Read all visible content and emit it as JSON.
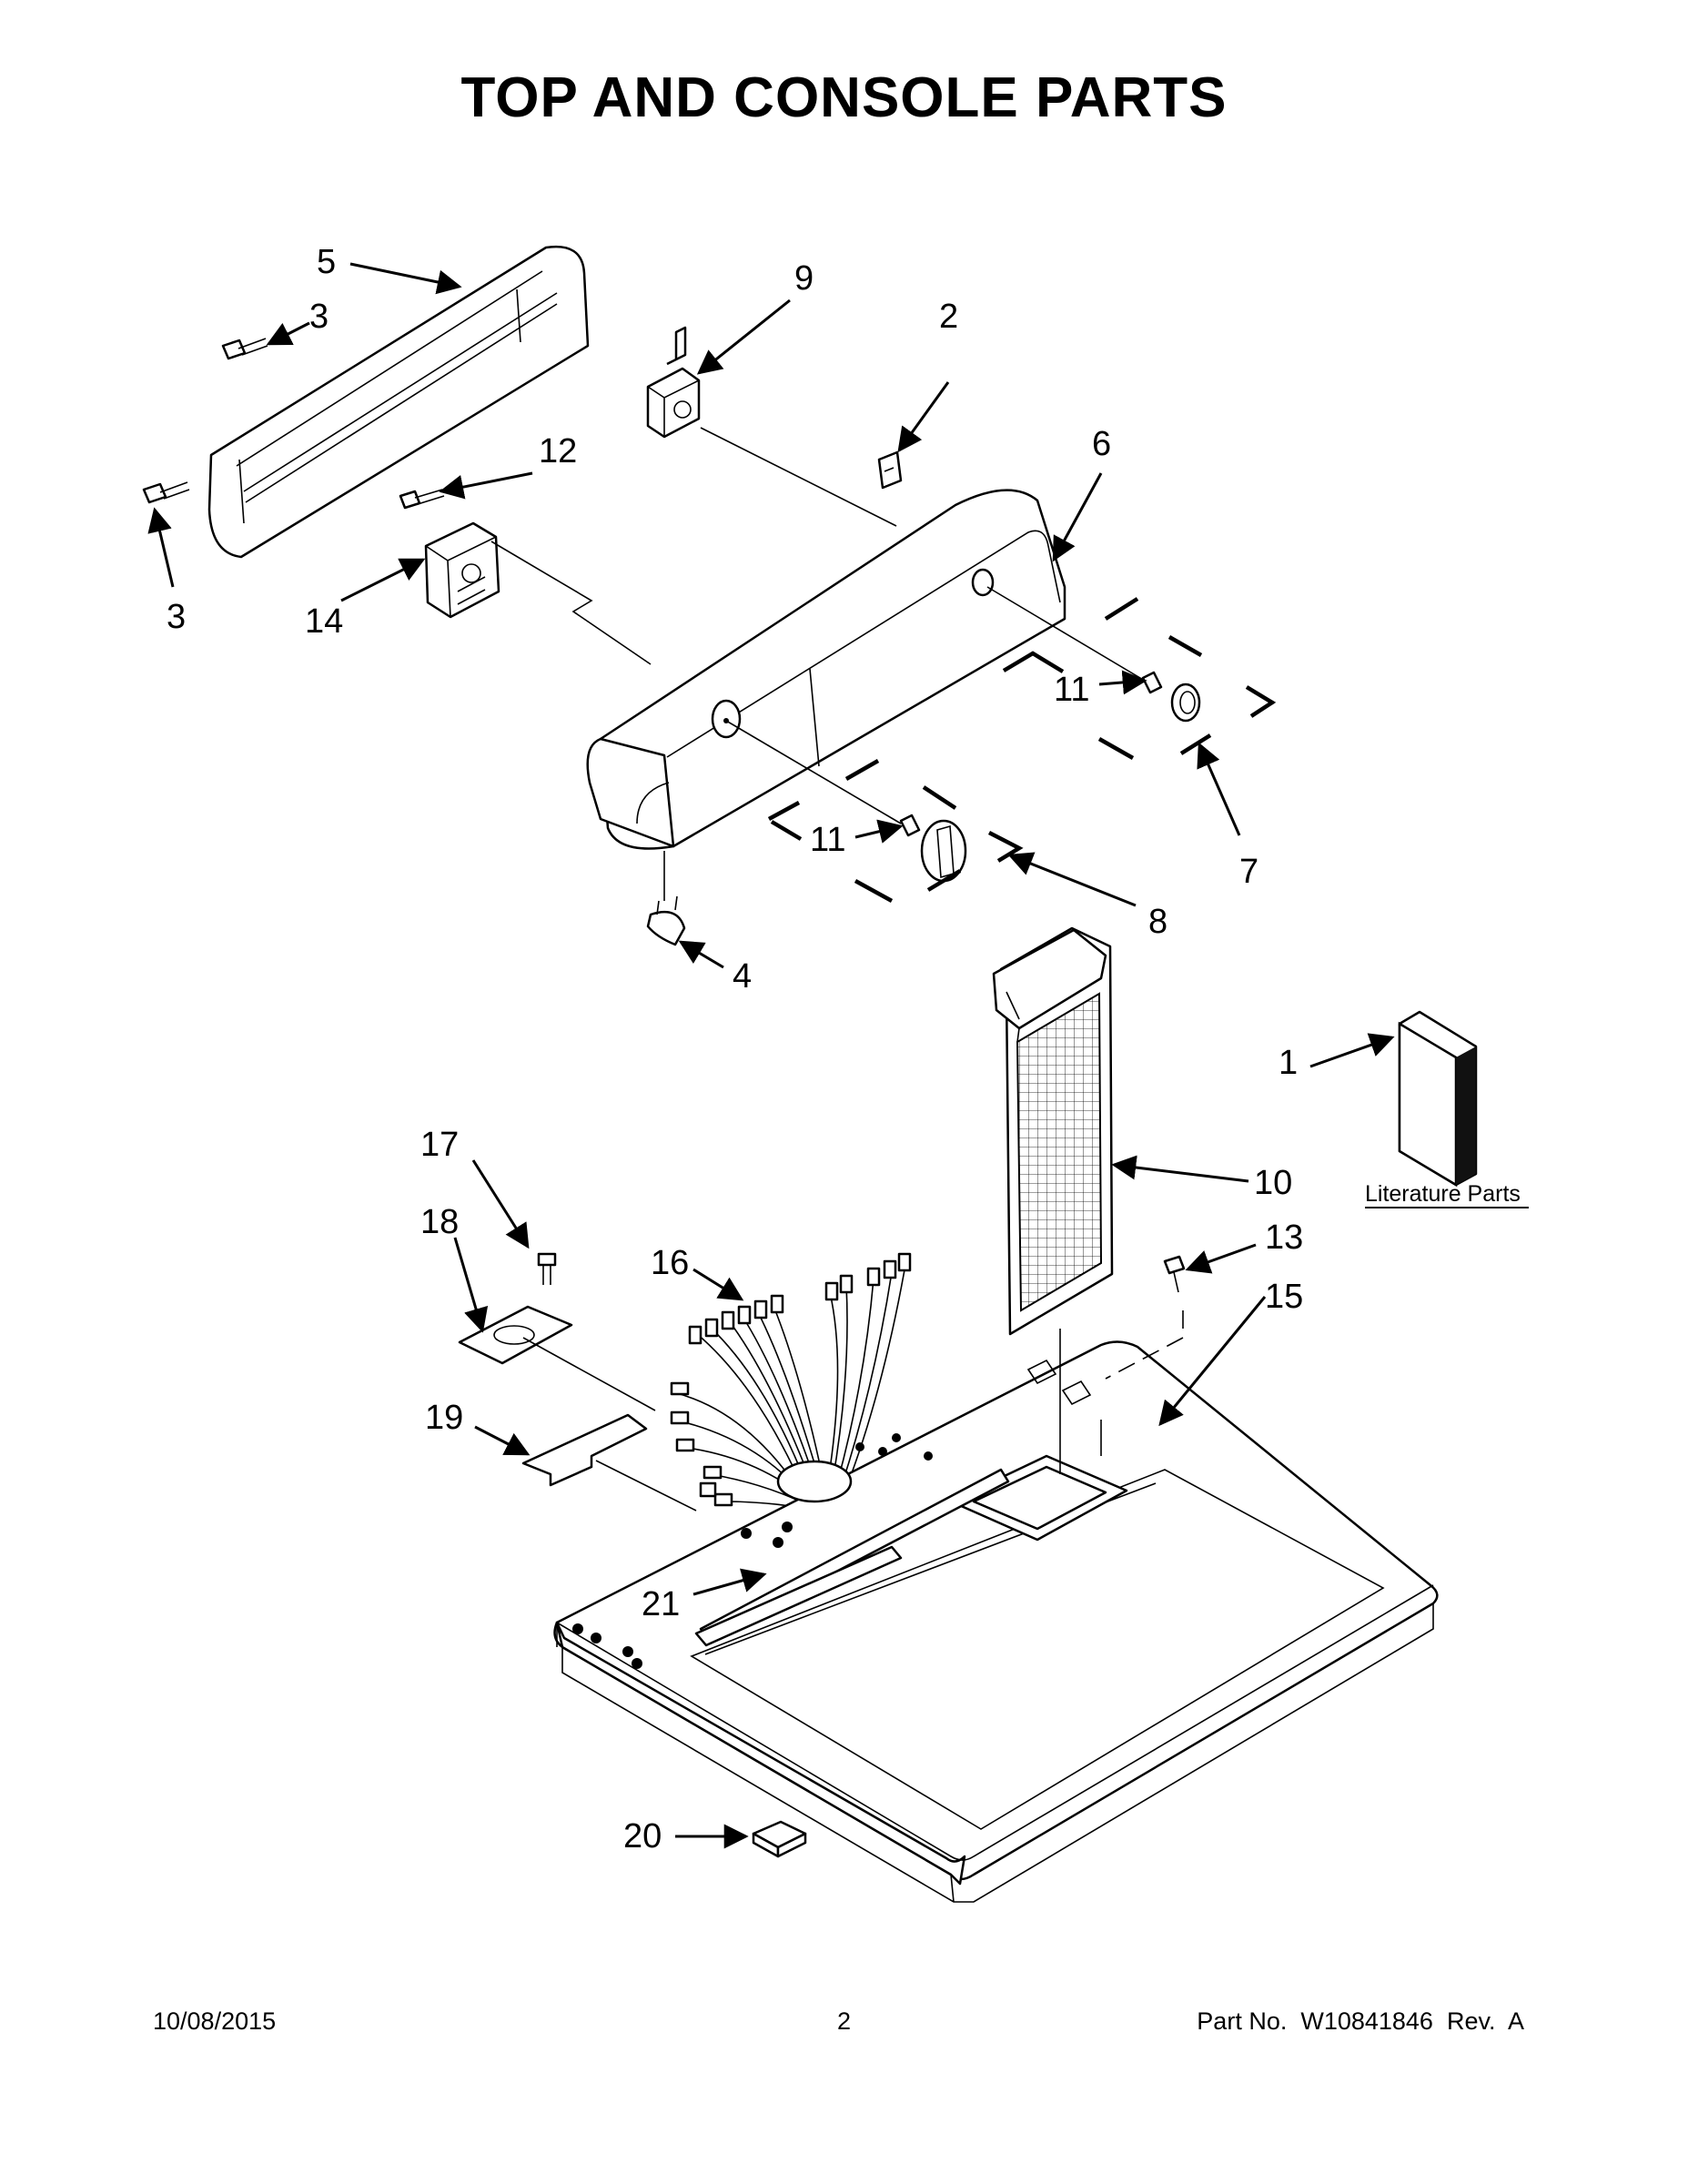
{
  "page": {
    "title": "TOP AND CONSOLE PARTS"
  },
  "callouts": {
    "c1": "1",
    "c2": "2",
    "c3a": "3",
    "c3b": "3",
    "c4": "4",
    "c5": "5",
    "c6": "6",
    "c7": "7",
    "c8": "8",
    "c9": "9",
    "c10": "10",
    "c11a": "11",
    "c11b": "11",
    "c12": "12",
    "c13": "13",
    "c14": "14",
    "c15": "15",
    "c16": "16",
    "c17": "17",
    "c18": "18",
    "c19": "19",
    "c20": "20",
    "c21": "21"
  },
  "literature": {
    "label": "Literature Parts"
  },
  "footer": {
    "date": "10/08/2015",
    "page_number": "2",
    "part_number": "Part No.  W10841846  Rev.  A"
  }
}
